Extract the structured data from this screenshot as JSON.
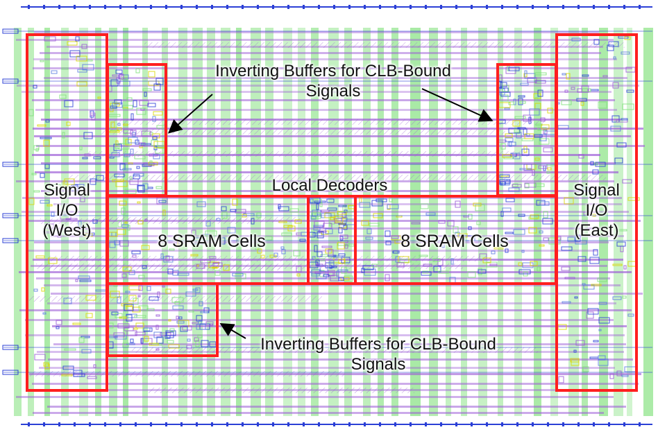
{
  "labels": {
    "buffers_top": "Inverting Buffers for CLB-Bound\nSignals",
    "buffers_bottom": "Inverting Buffers for CLB-Bound\nSignals",
    "local_decoders": "Local Decoders",
    "sram_left": "8 SRAM Cells",
    "sram_right": "8 SRAM Cells",
    "io_west": "Signal\nI/O\n(West)",
    "io_east": "Signal\nI/O\n(East)"
  },
  "colors": {
    "highlight": "#ff1f1f",
    "metal_green": "#7fe07a",
    "metal_purple": "#9b5ad6",
    "metal_blue": "#2b3fd6",
    "metal_yellow": "#d9d600",
    "background": "#ffffff"
  }
}
